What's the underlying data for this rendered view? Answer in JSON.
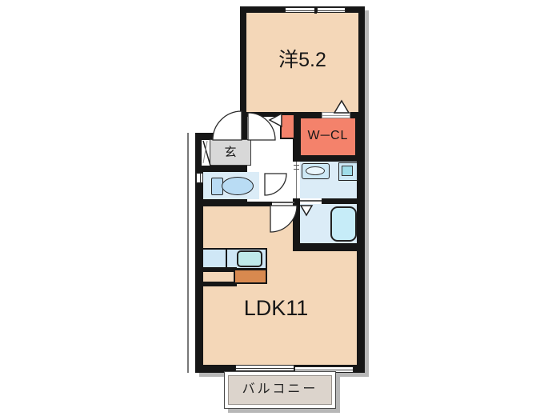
{
  "plan": {
    "title": "1LDK apartment floor plan",
    "rooms": {
      "western": {
        "label": "洋5.2",
        "type": "western-room",
        "size_tatami": 5.2
      },
      "wcl": {
        "label": "W─CL",
        "type": "walk-in-closet"
      },
      "genkan": {
        "label": "玄",
        "type": "entrance"
      },
      "ldk": {
        "label": "LDK11",
        "type": "living-dining-kitchen",
        "size_tatami": 11
      },
      "balcony": {
        "label": "バルコニー",
        "type": "balcony"
      }
    },
    "icons": [
      "toilet-icon",
      "bathtub-icon",
      "washbasin-icon",
      "washing-machine-icon",
      "kitchen-sink-icon",
      "door-swing-arc-icon",
      "door-direction-triangle-icon",
      "sliding-window-icon",
      "entrance-door-icon"
    ],
    "colors": {
      "wall": "#161616",
      "room_fill": "#f4d7b8",
      "closet_fill": "#f4826b",
      "wet_area_fill": "#dbecf7",
      "genkan_fill": "#d8d8d8",
      "balcony_fill": "#dcd4cc",
      "fixture_blue": "#b9dcf4",
      "tub_fill": "#c6ecf8",
      "sink_fill": "#bfeaea",
      "kitchen_counter_orange": "#d8894f",
      "shadow": "#b7b7b7"
    }
  }
}
